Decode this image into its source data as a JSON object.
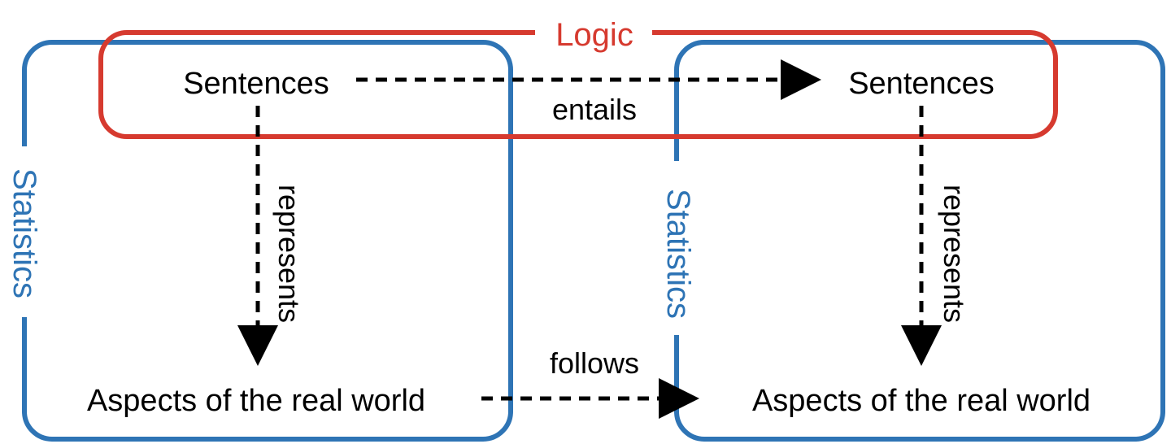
{
  "colors": {
    "logic": "#d63a2f",
    "statistics": "#2e74b5",
    "arrow": "#000000"
  },
  "logic": {
    "label": "Logic"
  },
  "statistics": {
    "left_label": "Statistics",
    "right_label": "Statistics"
  },
  "nodes": {
    "top_left": "Sentences",
    "top_right": "Sentences",
    "bottom_left": "Aspects of the real world",
    "bottom_right": "Aspects of the real world"
  },
  "edges": {
    "entails": "entails",
    "follows": "follows",
    "represents_left": "represents",
    "represents_right": "represents"
  }
}
